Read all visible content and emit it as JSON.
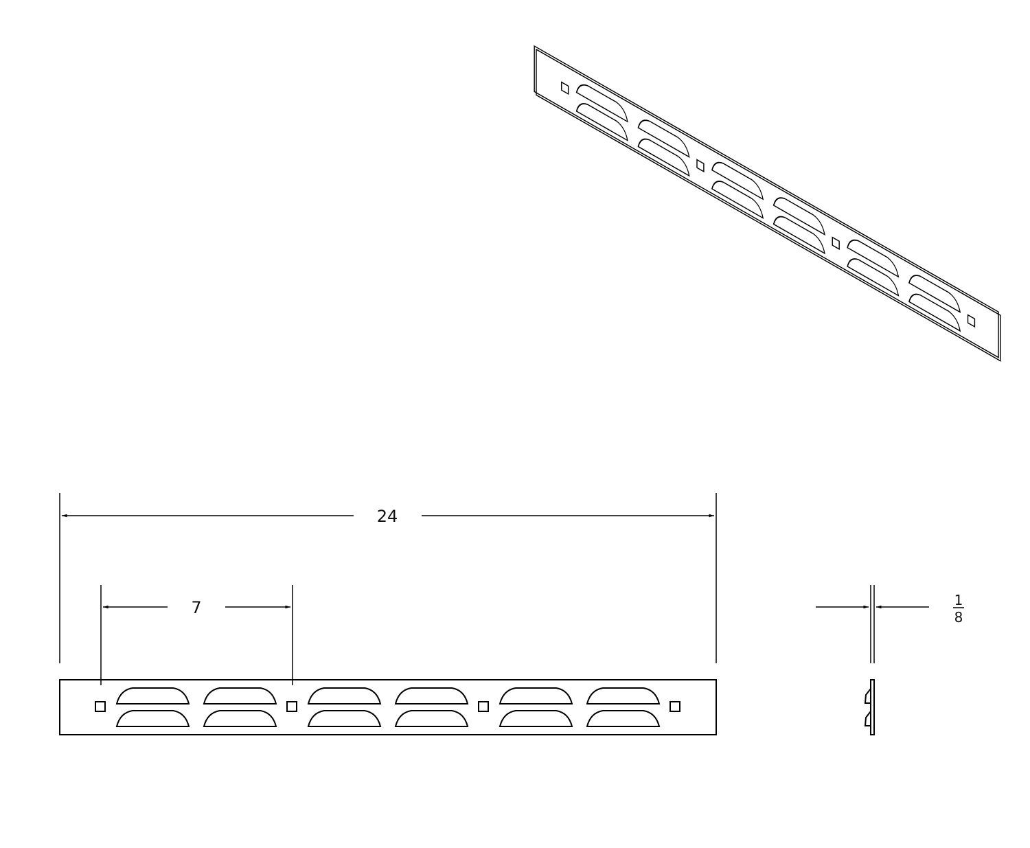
{
  "drawing": {
    "views": [
      "isometric",
      "front",
      "side"
    ],
    "dimensions": {
      "overall_length": "24",
      "hole_spacing": "7",
      "thickness_numerator": "1",
      "thickness_denominator": "8"
    },
    "louver_pairs": 6,
    "square_holes": 4,
    "line_color": "#000000",
    "background_color": "#ffffff"
  }
}
